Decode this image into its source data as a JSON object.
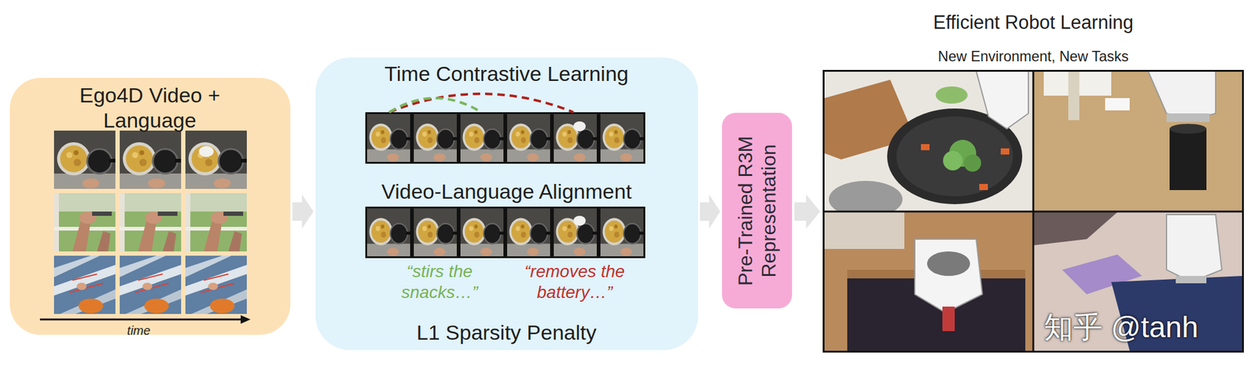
{
  "diagram": {
    "nodes": [
      {
        "text": [
          "Ego4D Video + Language"
        ]
      },
      {
        "text": [
          "Time Contrastive Learning",
          "Video-Language Alignment",
          "“stirs the snacks…”",
          "“removes the battery…”",
          "L1 Sparsity Penalty"
        ]
      },
      {
        "text": [
          "Pre-Trained R3M Representation"
        ]
      },
      {
        "text": [
          "Efficient Robot Learning",
          "New Environment, New Tasks"
        ]
      }
    ],
    "edges": [
      {
        "from": 0,
        "to": 1,
        "arrow": "to"
      },
      {
        "from": 1,
        "to": 2,
        "arrow": "to"
      },
      {
        "from": 2,
        "to": 3,
        "arrow": "to"
      }
    ],
    "labels": [
      "time",
      "知乎 @tanh"
    ]
  }
}
